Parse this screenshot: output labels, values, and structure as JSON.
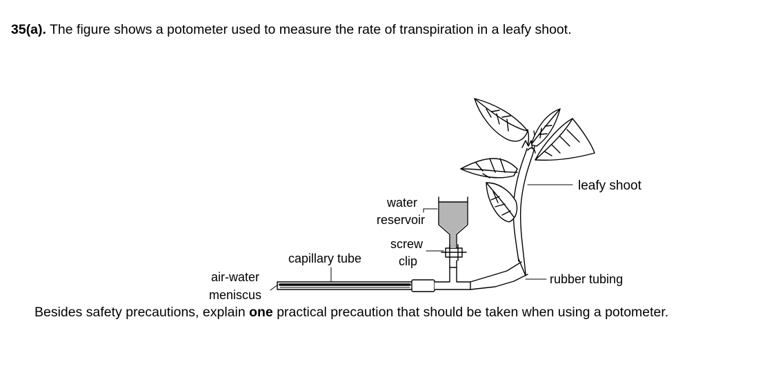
{
  "question": {
    "number": "35(a).",
    "text": " The figure shows a potometer used to measure the rate of transpiration in a leafy shoot."
  },
  "figure": {
    "labels": {
      "leafy_shoot": "leafy shoot",
      "water_line1": "water",
      "water_line2": "reservoir",
      "screw": "screw",
      "clip": "clip",
      "capillary_tube": "capillary tube",
      "air_water": "air-water",
      "meniscus": "meniscus",
      "rubber_tubing": "rubber tubing"
    }
  },
  "prompt": {
    "before": "Besides safety precautions, explain ",
    "emphasis": "one",
    "after": " practical precaution that should be taken when using a potometer."
  }
}
